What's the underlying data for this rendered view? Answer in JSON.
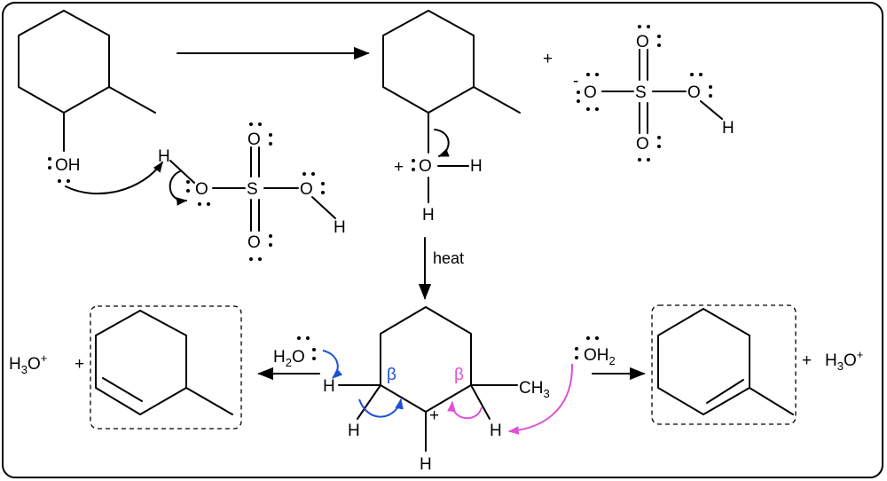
{
  "reagent": {
    "alcohol_oh": "OH",
    "acid_h": "H",
    "acid_o": "O",
    "acid_s": "S",
    "acid_o_top": "O",
    "acid_o_bottom": "O",
    "acid_o_right": "O",
    "acid_h_right": "H"
  },
  "protonated": {
    "charge": "+",
    "o": "O",
    "h_right": "H",
    "h_bottom": "H",
    "plus_sign": "+"
  },
  "bisulfate": {
    "charge": "-",
    "o_left": "O",
    "s": "S",
    "o_top": "O",
    "o_bottom": "O",
    "o_right": "O",
    "h": "H"
  },
  "conditions": {
    "heat_label": "heat"
  },
  "carbocation": {
    "charge": "+",
    "beta_left": "β",
    "beta_right": "β",
    "h_left": "H",
    "h_lower_left": "H",
    "h_bottom": "H",
    "h_lower_right": "H",
    "ch3": "CH",
    "ch3_sub": "3"
  },
  "water_left": {
    "h2": "H",
    "sub": "2",
    "o": "O"
  },
  "water_right": {
    "o": "OH",
    "sub": "2"
  },
  "product_left": {
    "h3o": "H",
    "sub": "3",
    "o": "O",
    "sup": "+",
    "plus_sign": "+"
  },
  "product_right": {
    "plus_sign": "+",
    "h3o": "H",
    "sub": "3",
    "o": "O",
    "sup": "+"
  },
  "colors": {
    "blue": "#1f4fd6",
    "magenta": "#e04fd8"
  }
}
